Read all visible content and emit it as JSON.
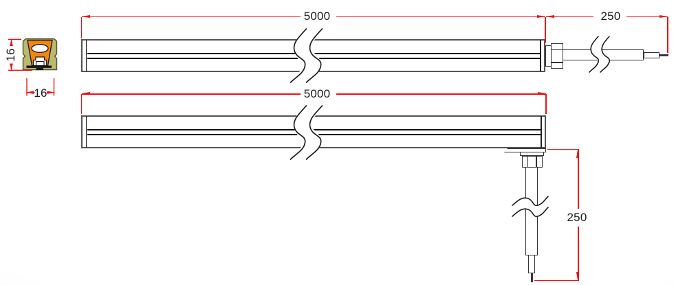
{
  "cross_section": {
    "width": "16",
    "height": "16"
  },
  "side_exit_view": {
    "length": "5000",
    "lead_length": "250"
  },
  "bottom_exit_view": {
    "length": "5000",
    "lead_length": "250"
  },
  "colors": {
    "dimension_red": "#ef1111",
    "profile_body_khaki": "#b9ba6e",
    "core_orange": "#f2870e",
    "outline_dark": "#333333",
    "bar_edge_gray": "#545454"
  },
  "icons": {
    "break_symbol": "s-break",
    "arrowhead": "dimension-arrow"
  }
}
